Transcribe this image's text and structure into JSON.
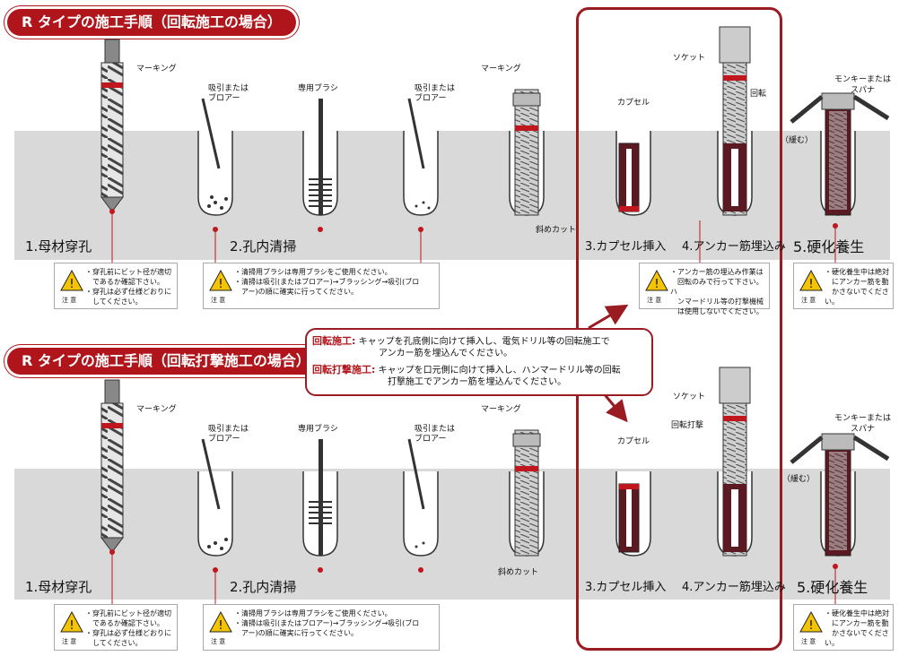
{
  "top": {
    "title": "R タイプの施工手順（回転施工の場合）",
    "labels": {
      "marking1": "マーキング",
      "suction1": "吸引または",
      "blower1": "ブロアー",
      "brush": "専用ブラシ",
      "suction2": "吸引または",
      "blower2": "ブロアー",
      "marking2": "マーキング",
      "bevel": "斜めカット",
      "capsule": "カプセル",
      "socket": "ソケット",
      "rotation": "回転",
      "monkey1": "モンキーまたは",
      "monkey2": "スパナ",
      "loosen": "（緩む）"
    },
    "steps": [
      "1.母材穿孔",
      "2.孔内清掃",
      "3.カプセル挿入",
      "4.アンカー筋埋込み",
      "5.硬化養生"
    ],
    "notes": [
      [
        "・穿孔前にビット径が適切",
        "　であるか確認下さい。",
        "・穿孔は必ず仕様どおりに",
        "　してください。"
      ],
      [
        "・清掃用ブラシは専用ブラシをご使用ください。",
        "・清掃は吸引(またはブロアー)→ブラッシング→吸引(ブロ",
        "　アー)の順に確実に行ってください。"
      ],
      [
        "・アンカー筋の埋込み作業は",
        "　回転のみで行って下さい。ハ",
        "　ンマードリル等の打撃機械",
        "　は使用しないでください。"
      ],
      [
        "・硬化養生中は絶対",
        "　にアンカー筋を動",
        "　かさないでください。"
      ]
    ],
    "note_label": "注 意"
  },
  "bottom": {
    "title": "R タイプの施工手順（回転打撃施工の場合）",
    "labels": {
      "marking1": "マーキング",
      "suction1": "吸引または",
      "blower1": "ブロアー",
      "brush": "専用ブラシ",
      "suction2": "吸引または",
      "blower2": "ブロアー",
      "marking2": "マーキング",
      "bevel": "斜めカット",
      "capsule": "カプセル",
      "socket": "ソケット",
      "rotation": "回転打撃",
      "monkey1": "モンキーまたは",
      "monkey2": "スパナ",
      "loosen": "（緩む）"
    },
    "steps": [
      "1.母材穿孔",
      "2.孔内清掃",
      "3.カプセル挿入",
      "4.アンカー筋埋込み",
      "5.硬化養生"
    ],
    "notes": [
      [
        "・穿孔前にビット径が適切",
        "　であるか確認下さい。",
        "・穿孔は必ず仕様どおりに",
        "　してください。"
      ],
      [
        "・清掃用ブラシは専用ブラシをご使用ください。",
        "・清掃は吸引(またはブロアー)→ブラッシング→吸引(ブロ",
        "　アー)の順に確実に行ってください。"
      ],
      [
        "・硬化養生中は絶対",
        "　にアンカー筋を動",
        "　かさないでください。"
      ]
    ],
    "note_label": "注 意"
  },
  "callout": {
    "rotary_tag": "回転施工:",
    "rotary_line1": "キャップを孔底側に向けて挿入し、電気ドリル等の回転施工で",
    "rotary_line2": "アンカー筋を埋込んでください。",
    "hammer_tag": "回転打撃施工:",
    "hammer_line1": "キャップを口元側に向けて挿入し、ハンマードリル等の回転",
    "hammer_line2": "打撃施工でアンカー筋を埋込んでください。"
  },
  "colors": {
    "accent": "#b0151b",
    "concrete": "#d9d9d9",
    "capsule": "#5b1a22"
  }
}
